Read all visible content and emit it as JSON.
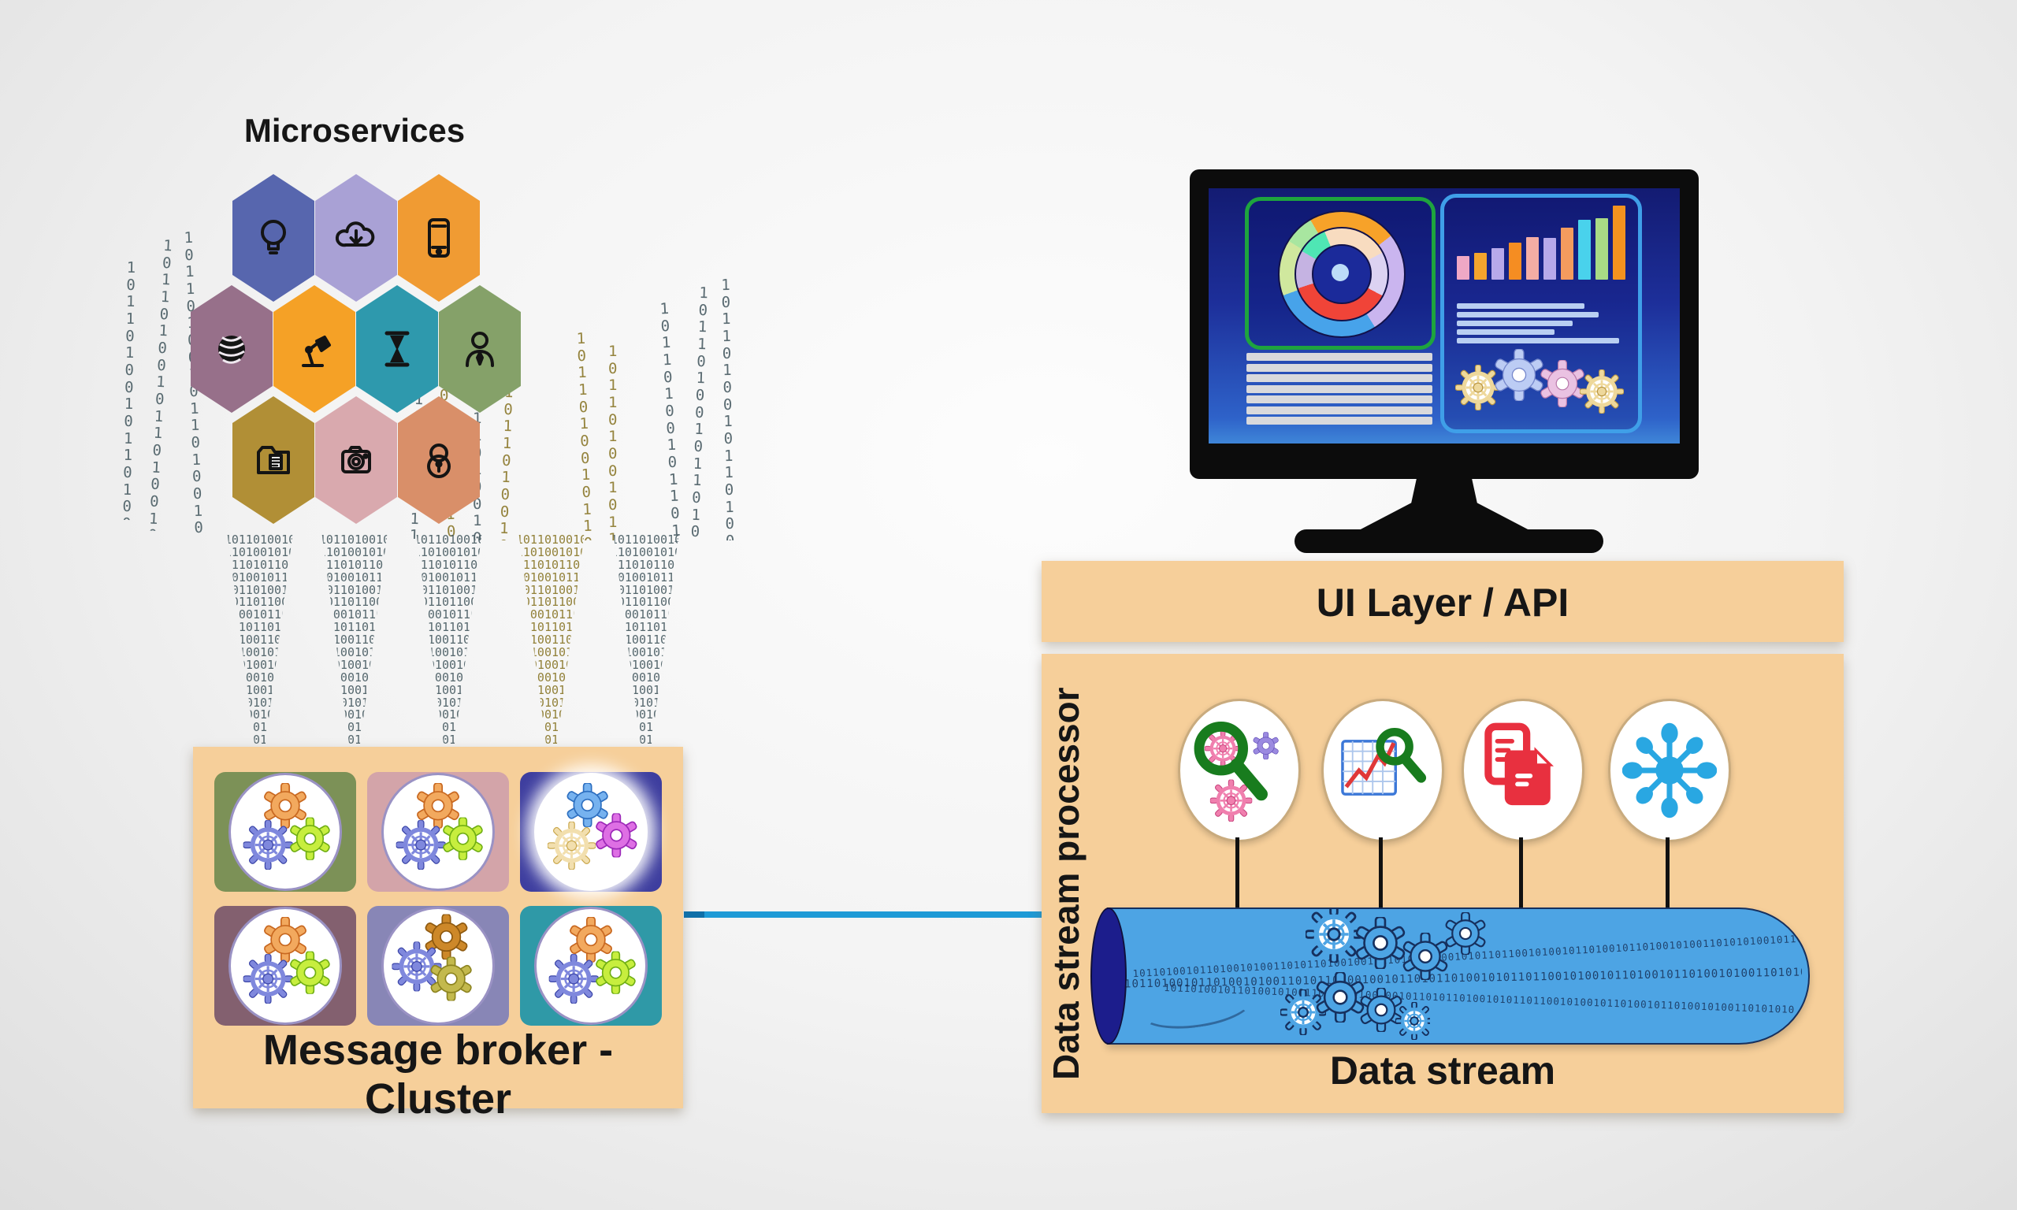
{
  "title": {
    "text": "Microservices"
  },
  "hexagons": {
    "items": [
      {
        "icon": "lightbulb",
        "color": "#5766ae"
      },
      {
        "icon": "cloud-download",
        "color": "#a9a1d5"
      },
      {
        "icon": "smartphone",
        "color": "#f09b33"
      },
      {
        "icon": "globe",
        "color": "#97708a"
      },
      {
        "icon": "desk-lamp",
        "color": "#f5a126"
      },
      {
        "icon": "hourglass",
        "color": "#2e99ad"
      },
      {
        "icon": "user",
        "color": "#85a169"
      },
      {
        "icon": "folder-document",
        "color": "#b18f36"
      },
      {
        "icon": "camera",
        "color": "#d9a9ae"
      },
      {
        "icon": "padlock",
        "color": "#d98f69"
      }
    ]
  },
  "binary": {
    "pattern": "101101001011010010100110101101001001011010110100101011011001010010110100101101001010011010101001011010010010111010010110110100101001101011010010010110101101001010110110010100101101001011010010110100101001101011010010010110101101001010110100101001101011010010010110101101001010110110010100101101001011010110100100101101011010010101101100101001011010010110100101100101101001011010010100110101101001001011010110100101011010011010010010110101101001010110110010100101101001011010010100",
    "slate": "#4d6067",
    "olive": "#8d7b2f"
  },
  "broker": {
    "label": "Message broker - Cluster",
    "panel_color": "#f6cf9a",
    "tile_colors": [
      "#7c9157",
      "#d3a4a9",
      "#3e3e9f",
      "#83606f",
      "#8886b6",
      "#2f99a7"
    ]
  },
  "connector": {
    "color": "#1e9ad6"
  },
  "monitor": {
    "screen_top_color": "#131b72",
    "screen_bottom_color": "#3f86d8",
    "donut_outer": [
      [
        "#f7a229",
        0,
        52
      ],
      [
        "#cab5ef",
        52,
        148
      ],
      [
        "#47a3ea",
        148,
        250
      ],
      [
        "#d0e89e",
        250,
        302
      ],
      [
        "#a8e6a0",
        302,
        330
      ],
      [
        "#f7a229",
        330,
        360
      ]
    ],
    "donut_inner": [
      [
        "#f8dcc0",
        0,
        62
      ],
      [
        "#dcd2f2",
        62,
        118
      ],
      [
        "#f04438",
        118,
        252
      ],
      [
        "#c5b3e2",
        252,
        300
      ],
      [
        "#4fe6b4",
        300,
        338
      ],
      [
        "#f8dcc0",
        338,
        360
      ]
    ],
    "bars": [
      {
        "h": 30,
        "c": "#efa8c5"
      },
      {
        "h": 34,
        "c": "#f4a42d"
      },
      {
        "h": 40,
        "c": "#b7a9ea"
      },
      {
        "h": 47,
        "c": "#f58d22"
      },
      {
        "h": 54,
        "c": "#f4ada4"
      },
      {
        "h": 53,
        "c": "#b7a9ea"
      },
      {
        "h": 66,
        "c": "#f49b5e"
      },
      {
        "h": 76,
        "c": "#49d2ec"
      },
      {
        "h": 78,
        "c": "#a9da85"
      },
      {
        "h": 94,
        "c": "#f3921f"
      }
    ],
    "left_text_lines": [
      236,
      236,
      236,
      236,
      236,
      236,
      236
    ],
    "right_text_lines": [
      162,
      180,
      147,
      124,
      206
    ],
    "gear_colors": [
      "#eed89b",
      "#bcccf4",
      "#eac2e2",
      "#eed89b"
    ]
  },
  "ui_band": {
    "label": "UI Layer / API"
  },
  "processor": {
    "label": "Data stream processor",
    "icons": [
      "search-gears",
      "chart-magnifier",
      "copy-documents",
      "network-hub"
    ]
  },
  "pipe": {
    "label": "Data stream",
    "color": "#4da4e4",
    "cap_color": "#1c1d8c"
  }
}
